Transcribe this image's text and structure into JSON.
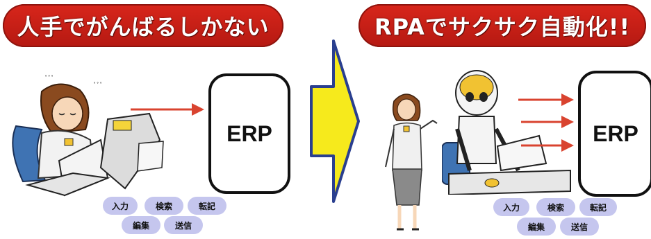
{
  "left_panel": {
    "banner_text": "人手でがんばるしかない",
    "erp_label": "ERP",
    "tasks": [
      "入力",
      "検索",
      "転記",
      "編集",
      "送信"
    ]
  },
  "right_panel": {
    "banner_text": "RPAでサクサク自動化!!",
    "erp_label": "ERP",
    "tasks": [
      "入力",
      "検索",
      "転記",
      "編集",
      "送信"
    ]
  },
  "colors": {
    "banner_red": "#c41f16",
    "center_arrow_yellow": "#f6ea1c",
    "arrow_red": "#d9432f",
    "task_bubble": "#c5c6ee"
  },
  "icons": [
    "tired-woman-illustration",
    "smiling-woman-illustration",
    "robot-illustration",
    "center-arrow-icon"
  ]
}
